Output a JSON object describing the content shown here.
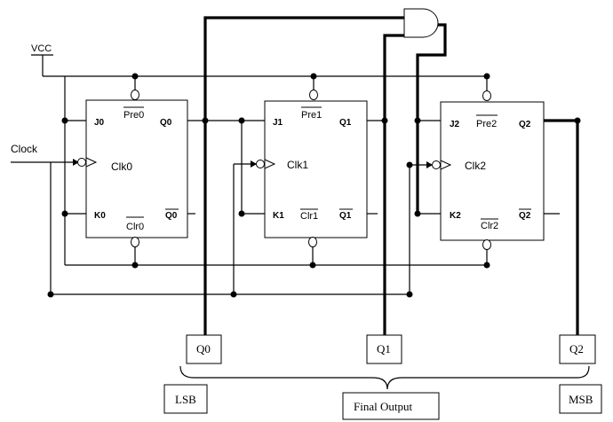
{
  "vcc_label": "VCC",
  "clock_label": "Clock",
  "flipflops": [
    {
      "j": "J0",
      "k": "K0",
      "pre": "Pre0",
      "clr": "Clr0",
      "clk": "Clk0",
      "q": "Q0",
      "qbar": "Q0"
    },
    {
      "j": "J1",
      "k": "K1",
      "pre": "Pre1",
      "clr": "Clr1",
      "clk": "Clk1",
      "q": "Q1",
      "qbar": "Q1"
    },
    {
      "j": "J2",
      "k": "K2",
      "pre": "Pre2",
      "clr": "Clr2",
      "clk": "Clk2",
      "q": "Q2",
      "qbar": "Q2"
    }
  ],
  "outputs": [
    "Q0",
    "Q1",
    "Q2"
  ],
  "lsb_label": "LSB",
  "msb_label": "MSB",
  "final_output_label": "Final Output"
}
